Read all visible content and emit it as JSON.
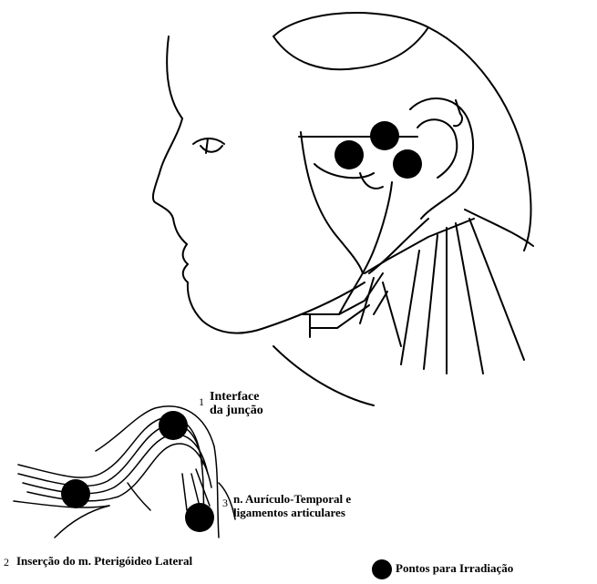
{
  "labels": {
    "item1": {
      "number": "1",
      "line1": "Interface",
      "line2": "da junção"
    },
    "item3": {
      "number": "3",
      "line1": "n. Aurículo-Temporal e",
      "line2": "ligamentos articulares"
    },
    "item2": {
      "number": "2",
      "text": "Inserção do m. Pterigóideo Lateral"
    }
  },
  "legend": {
    "text": "Pontos para Irradiação"
  },
  "colors": {
    "ink": "#000000",
    "background": "#ffffff"
  }
}
